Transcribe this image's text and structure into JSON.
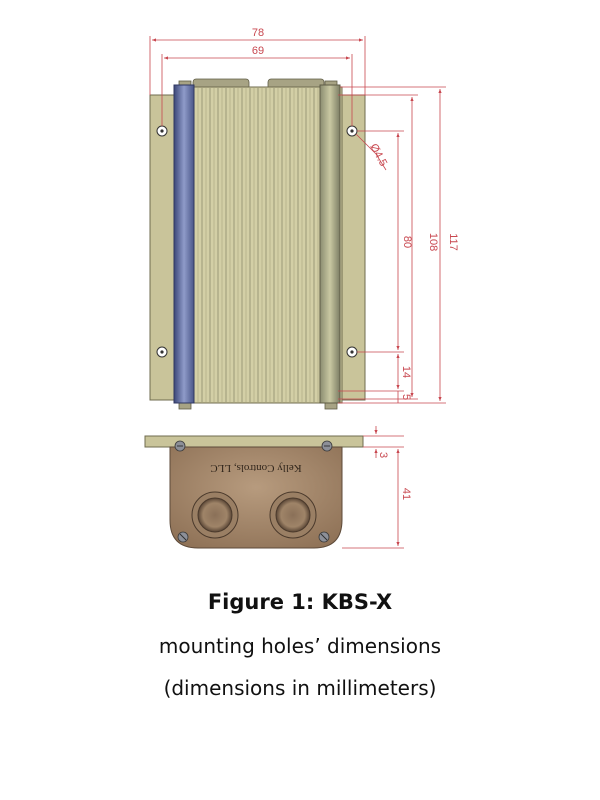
{
  "colors": {
    "dimension": "#c8474f",
    "flange": "#c9c49a",
    "fins": "#d3cfa6",
    "fins_dark": "#9b9a78",
    "end_rail": "#5d6a9b",
    "cap_body": "#a6886a",
    "cap_dark": "#7e6650",
    "text": "#111111"
  },
  "drawing": {
    "dimensions": {
      "overall_width": "78",
      "fin_width": "69",
      "hole_diameter": "Ø4.5",
      "hole_spacing": "80",
      "body_length": "108",
      "overall_length": "117",
      "hole_to_edge": "14",
      "edge_offset": "5",
      "flange_thickness": "3",
      "height": "41"
    },
    "label": "Kelly Controls, LLC"
  },
  "caption": {
    "title": "Figure 1: KBS-X",
    "line2": "mounting holes’ dimensions",
    "line3": "(dimensions in millimeters)"
  }
}
